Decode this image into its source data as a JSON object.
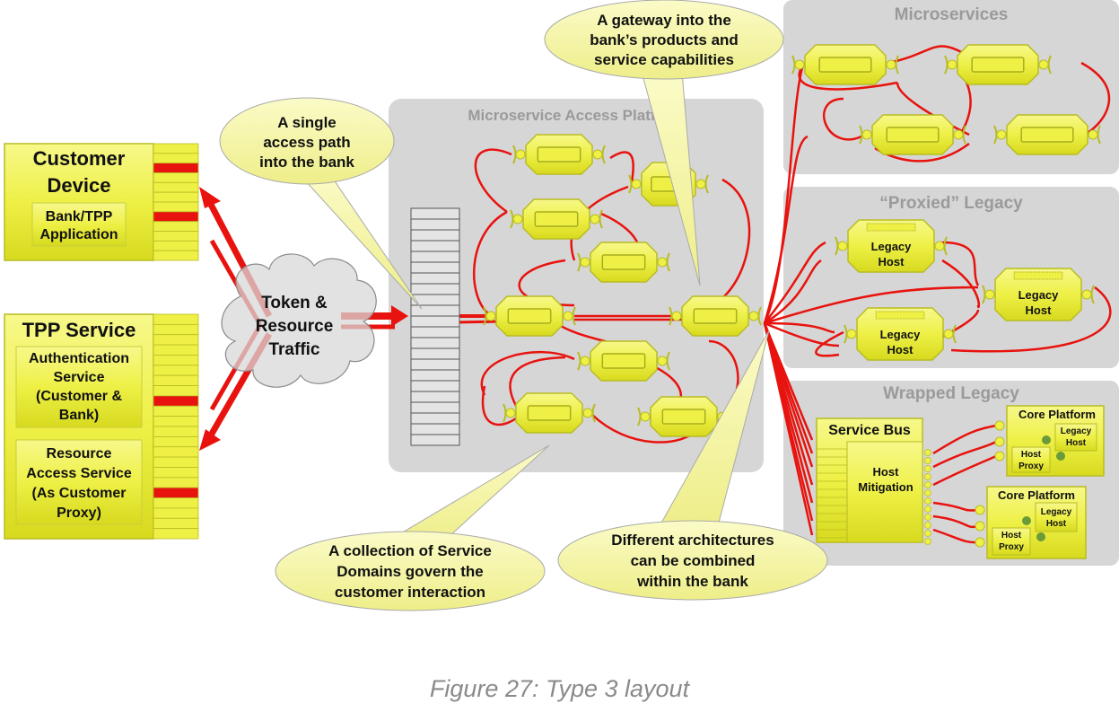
{
  "customer_device": {
    "title_line1": "Customer",
    "title_line2": "Device",
    "app_line1": "Bank/TPP",
    "app_line2": "Application"
  },
  "tpp_service": {
    "title": "TPP Service",
    "auth_lines": [
      "Authentication",
      "Service",
      "(Customer &",
      "Bank)"
    ],
    "resource_lines": [
      "Resource",
      "Access Service",
      "(As Customer",
      "Proxy)"
    ]
  },
  "cloud": {
    "lines": [
      "Token &",
      "Resource",
      "Traffic"
    ]
  },
  "access_platform": {
    "title": "Microservice Access Platform"
  },
  "microservices_panel": {
    "title": "Microservices"
  },
  "proxied_panel": {
    "title": "“Proxied” Legacy",
    "host_label_1": "Legacy",
    "host_label_2": "Host"
  },
  "wrapped_panel": {
    "title": "Wrapped Legacy",
    "bus_title": "Service Bus",
    "mitigation_1": "Host",
    "mitigation_2": "Mitigation",
    "core_title": "Core Platform",
    "legacy_1": "Legacy",
    "legacy_2": "Host",
    "proxy_1": "Host",
    "proxy_2": "Proxy"
  },
  "callouts": {
    "single_path": [
      "A single",
      "access path",
      "into the bank"
    ],
    "gateway": [
      "A gateway into the",
      "bank’s products and",
      "service capabilities"
    ],
    "collection": [
      "A collection of Service",
      "Domains govern the",
      "customer interaction"
    ],
    "different": [
      "Different architectures",
      "can be combined",
      "within the bank"
    ]
  },
  "caption": "Figure 27: Type 3 layout",
  "colors": {
    "module_yellow": "#f0f24a",
    "module_border": "#b8bc22",
    "link_red": "#e8120e",
    "panel_gray": "#d5d5d5",
    "callout_fill": "#f8f8b4"
  }
}
